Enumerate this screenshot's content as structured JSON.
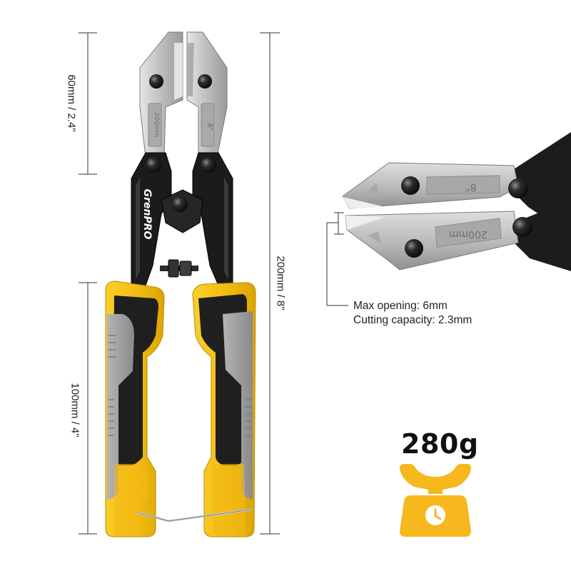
{
  "product": {
    "brand": "GrenPRO",
    "size_marks": [
      "200mm",
      "8\""
    ]
  },
  "dimensions": {
    "jaw": "60mm / 2.4\"",
    "overall": "200mm / 8\"",
    "handle": "100mm / 4\""
  },
  "specs": {
    "max_opening": "Max opening: 6mm",
    "cutting_capacity": "Cutting capacity: 2.3mm"
  },
  "weight": {
    "value": "280g",
    "icon": "kitchen-scale-icon"
  },
  "colors": {
    "accent_yellow": "#f5c018",
    "scale_orange": "#f6b81c",
    "handle_black": "#1b1b1b",
    "grip_gray": "#9c9c9c",
    "steel": "#c9c9c9"
  }
}
